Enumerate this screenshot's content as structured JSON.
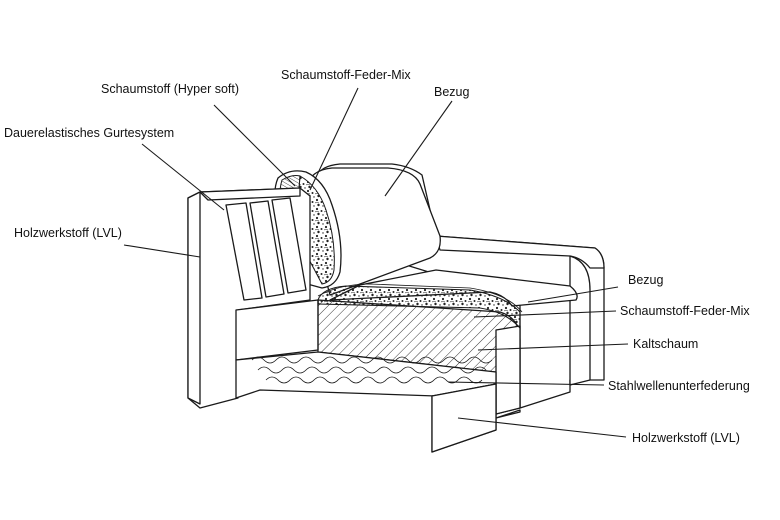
{
  "labels": [
    {
      "id": "schaumstoff-feder-mix-top",
      "text": "Schaumstoff-Feder-Mix"
    },
    {
      "id": "schaumstoff-hyper-soft",
      "text": "Schaumstoff (Hyper soft)"
    },
    {
      "id": "bezug-top",
      "text": "Bezug"
    },
    {
      "id": "dauerelastisches-gurtesystem",
      "text": "Dauerelastisches Gurtesystem"
    },
    {
      "id": "holzwerkstoff-left",
      "text": "Holzwerkstoff (LVL)"
    },
    {
      "id": "bezug-right",
      "text": "Bezug"
    },
    {
      "id": "schaumstoff-feder-mix-right",
      "text": "Schaumstoff-Feder-Mix"
    },
    {
      "id": "kaltschaum",
      "text": "Kaltschaum"
    },
    {
      "id": "stahlwellenunterfederung",
      "text": "Stahlwellenunterfederung"
    },
    {
      "id": "holzwerkstoff-bottom",
      "text": "Holzwerkstoff (LVL)"
    }
  ]
}
